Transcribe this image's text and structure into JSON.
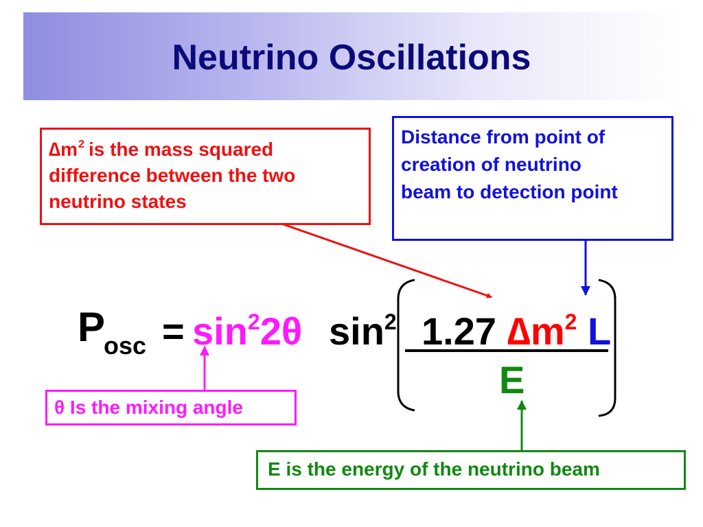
{
  "slide": {
    "title": "Neutrino Oscillations",
    "colors": {
      "title": "#0a0a7a",
      "header_gradient_start": "#8f8de0",
      "mass_callout": "#ee1111",
      "distance_callout": "#1111dd",
      "angle_callout": "#ff19ff",
      "energy_callout": "#118811"
    }
  },
  "callouts": {
    "mass": {
      "symbol": "∆m",
      "exponent": "2",
      "line1_rest": "is the mass squared",
      "line2": "difference between the two",
      "line3": "neutrino states"
    },
    "distance": {
      "line1": "Distance from point of",
      "line2": "creation of neutrino",
      "line3": "beam to detection point"
    },
    "angle": {
      "text": "θ Is the mixing angle"
    },
    "energy": {
      "text": "E is the energy of the neutrino beam"
    }
  },
  "formula": {
    "p": "P",
    "subscript": "osc",
    "equals": "=",
    "sin": "sin",
    "sin_exponent": "2",
    "two_theta": "2θ",
    "sin2": "sin",
    "sin2_exponent": "2",
    "coefficient": "1.27",
    "delta_m": "∆m",
    "delta_m_exponent": "2",
    "length": "L",
    "energy": "E"
  }
}
